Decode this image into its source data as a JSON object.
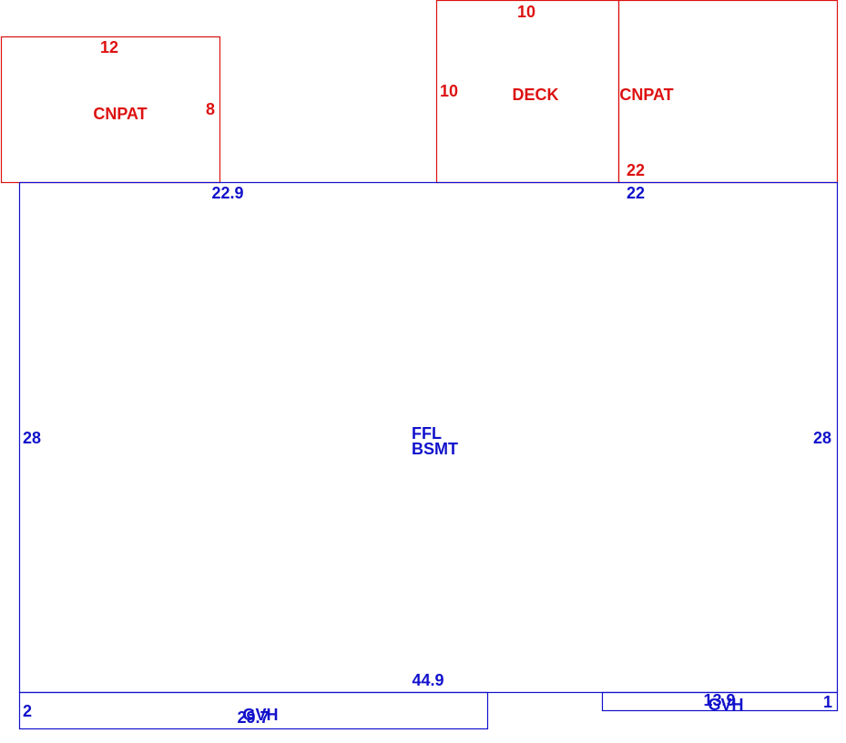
{
  "colors": {
    "addition": "#dd1111",
    "main": "#1111cc",
    "background": "#ffffff"
  },
  "sketch": {
    "carport_left": {
      "name": "CNPAT",
      "top": "12",
      "side": "8"
    },
    "deck": {
      "name": "DECK",
      "top": "10",
      "side": "10"
    },
    "carport_right": {
      "name": "CNPAT",
      "bottom": "22"
    },
    "main": {
      "name_line1": "FFL",
      "name_line2": "BSMT",
      "top_left": "22.9",
      "top_right": "22",
      "left": "28",
      "right": "28",
      "bottom": "44.9"
    },
    "garage_left": {
      "name": "GVH",
      "side": "2",
      "bottom": "29.7"
    },
    "garage_right": {
      "name": "GVH",
      "top": "13.9",
      "side": "1"
    }
  }
}
